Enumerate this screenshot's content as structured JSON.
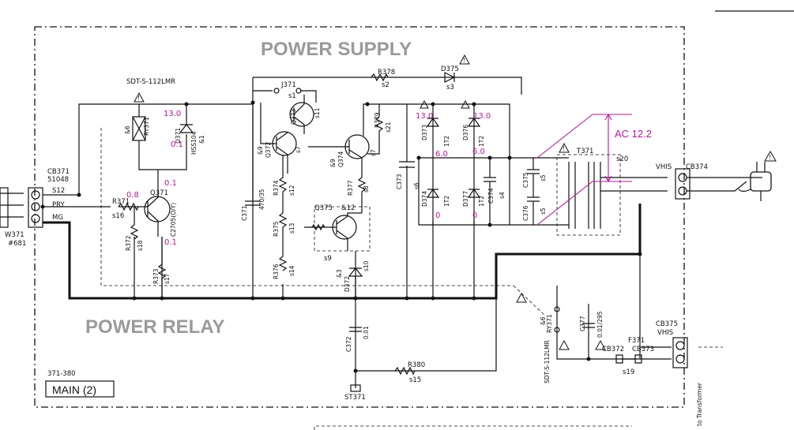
{
  "sections": {
    "power_supply": "POWER SUPPLY",
    "power_relay": "POWER RELAY",
    "main": "MAIN (2)",
    "range": "371-380"
  },
  "connectors": {
    "cb371": "CB371",
    "cb371_part": "51048",
    "w371": "W371",
    "w371_part": "#681",
    "s12": "S12",
    "pry": "PRY",
    "mg": "MG",
    "cb374": "CB374",
    "vhis": "VHIS",
    "cb375": "CB375",
    "vhis2": "VHIS",
    "cb372": "CB372",
    "cb373": "CB373",
    "st371": "ST371",
    "to_transformer": "to Transformer"
  },
  "parts": {
    "relay1_model": "SDT-S-112LMR",
    "relay1": "RY371",
    "relay1_note": "&6",
    "d371": "D371",
    "d371_type": "HSS104",
    "d371_note": "&1",
    "q371": "Q371",
    "q371_type": "C2705(O/Y)",
    "r371": "R371",
    "r371_s": "s16",
    "r372": "R372",
    "r372_s": "s18",
    "r373": "R373",
    "r373_s": "s17",
    "j371": "J371",
    "j371_s": "s1",
    "r378": "R378",
    "r378_s": "s2",
    "d375": "D375",
    "d375_s": "s3",
    "q373": "Q373",
    "q373_s": "s11",
    "q372": "Q372",
    "q372_note": "&9",
    "q372_s": "s7",
    "q374": "Q374",
    "q374_note": "&9",
    "q374_s": "s7",
    "r379": "R379",
    "r379_s": "s21",
    "c371": "C371",
    "c371_val": "470/35",
    "r374": "R374",
    "r374_s": "s12",
    "r377": "R377",
    "r377_s": "s8",
    "q375": "Q375",
    "q375_note": "&12",
    "q375_s": "s9",
    "r375": "R375",
    "r375_s": "s13",
    "r376": "R376",
    "r376_s": "s14",
    "d372": "D372",
    "d372_note": "&3",
    "d372_s": "s10",
    "c373": "C373",
    "c373_s": "s6",
    "d373": "D373",
    "d373_type": "1T2",
    "d376": "D376",
    "d376_type": "1T2",
    "d374": "D374",
    "d374_type": "1T2",
    "d377": "D377",
    "d377_type": "1T2",
    "c374": "C374",
    "c374_s": "s4",
    "c375": "C375",
    "c375_s": "s5",
    "c376": "C376",
    "c376_s": "s5",
    "t371": "T371",
    "t371_s": "s20",
    "c372": "C372",
    "c372_val": "0.01",
    "r380": "R380",
    "r380_s": "s15",
    "relay2_model": "SDT-S-112LMR",
    "relay2_note": "&6",
    "relay2": "RY371",
    "c377": "C377",
    "c377_val": "0.01/295",
    "f371": "F371",
    "f371_s": "s19"
  },
  "values": {
    "v_d371_top": "13.0",
    "v_d371_bot": "0.1",
    "v_q371_c": "0.8",
    "v_q371_e1": "0.1",
    "v_q371_e2": "0.1",
    "v_d373_top": "13.0",
    "v_d373_bot": "6.0",
    "v_d376_top": "13.0",
    "v_d376_bot": "6.0",
    "v_d374": "0",
    "v_d377": "0",
    "ac": "AC 12.2"
  },
  "colors": {
    "voltage": "#c0139a",
    "section_title": "#9a9a9a",
    "line": "#111111"
  },
  "icons": [
    "warning-triangle-icon",
    "ac-plug-icon"
  ]
}
